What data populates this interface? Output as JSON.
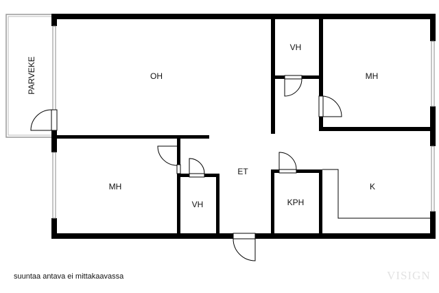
{
  "rooms": {
    "balcony": "PARVEKE",
    "living": "OH",
    "wc_top": "VH",
    "bedroom_right": "MH",
    "bedroom_left": "MH",
    "wc_bottom": "VH",
    "hall": "ET",
    "bathroom": "KPH",
    "kitchen": "K"
  },
  "note": "suuntaa antava ei mittakaavassa",
  "watermark": "VISIGN",
  "colors": {
    "wall": "#000000",
    "window": "#999999"
  }
}
